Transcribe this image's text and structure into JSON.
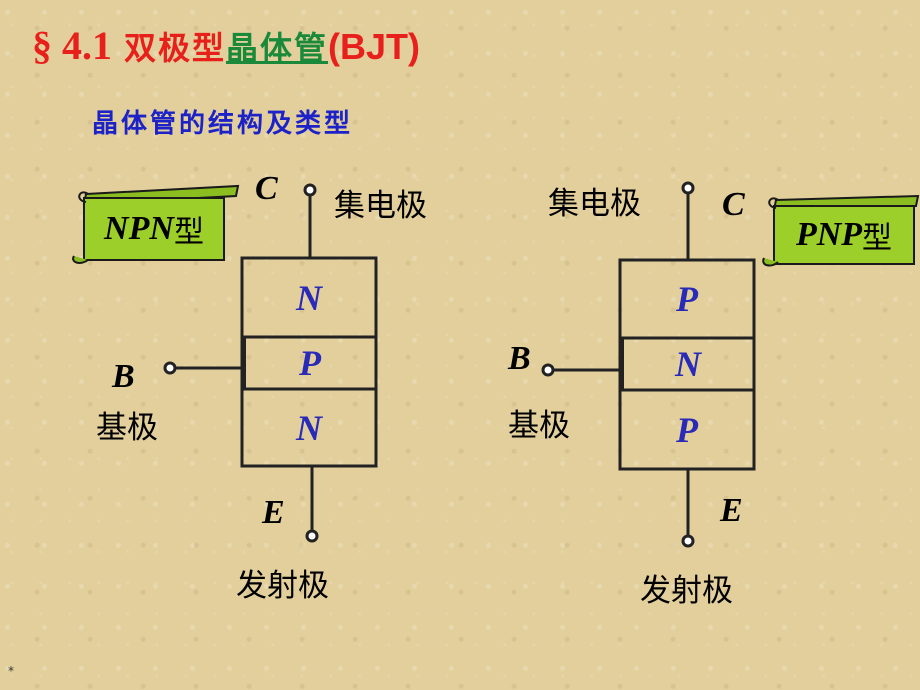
{
  "title": {
    "section": "§ 4.1",
    "prefix": "双极型",
    "link": "晶体管",
    "abbr": "(BJT)"
  },
  "subtitle": "晶体管的结构及类型",
  "npn": {
    "tag_letters": "NPN",
    "tag_suffix": "型",
    "collector_letter": "C",
    "collector_name": "集电极",
    "base_letter": "B",
    "base_name": "基极",
    "emitter_letter": "E",
    "emitter_name": "发射极",
    "layers": [
      "N",
      "P",
      "N"
    ]
  },
  "pnp": {
    "tag_letters": "PNP",
    "tag_suffix": "型",
    "collector_letter": "C",
    "collector_name": "集电极",
    "base_letter": "B",
    "base_name": "基极",
    "emitter_letter": "E",
    "emitter_name": "发射极",
    "layers": [
      "P",
      "N",
      "P"
    ]
  },
  "footnote": "*",
  "colors": {
    "title_red": "#e8201c",
    "link_green": "#1a8a3a",
    "subtitle_blue": "#1c22c8",
    "layer_blue": "#2a2ab8",
    "tag_green": "#9ccf2a",
    "background": "#e2cf9c"
  }
}
